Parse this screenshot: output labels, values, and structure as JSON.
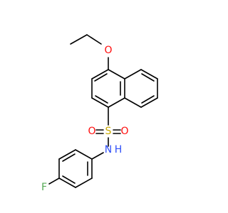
{
  "molecule": {
    "atoms": [
      {
        "id": "O1",
        "label": "O",
        "color": "#ff0d0d"
      },
      {
        "id": "S1",
        "label": "S",
        "color": "#c8a800"
      },
      {
        "id": "O2",
        "label": "O",
        "color": "#ff0d0d"
      },
      {
        "id": "O3",
        "label": "O",
        "color": "#ff0d0d"
      },
      {
        "id": "N1",
        "label": "N",
        "color": "#3050f8"
      },
      {
        "id": "H1",
        "label": "H",
        "color": "#3050f8"
      },
      {
        "id": "F1",
        "label": "F",
        "color": "#55aa55"
      }
    ]
  }
}
